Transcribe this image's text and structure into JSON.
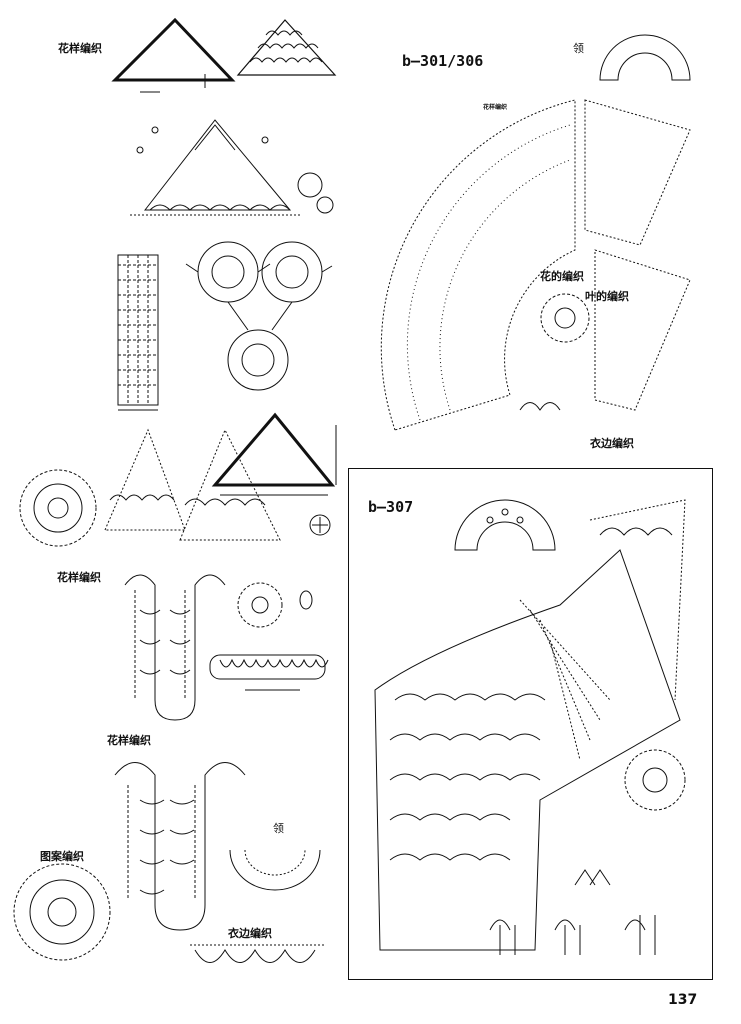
{
  "labels": {
    "pattern_1": "花样编织",
    "pattern_2": "花样编织",
    "pattern_3": "花样编织",
    "motif_pattern": "图案编织",
    "collar_1": "领",
    "collar_2": "领",
    "flower_knitting": "花的编织",
    "leaf_knitting": "叶的编织",
    "hem_knitting_1": "衣边编织",
    "hem_knitting_2": "衣边编织",
    "small_pattern": "花样编织"
  },
  "titles": {
    "b301": "b—301/306",
    "b307": "b—307"
  },
  "page_number": "137"
}
